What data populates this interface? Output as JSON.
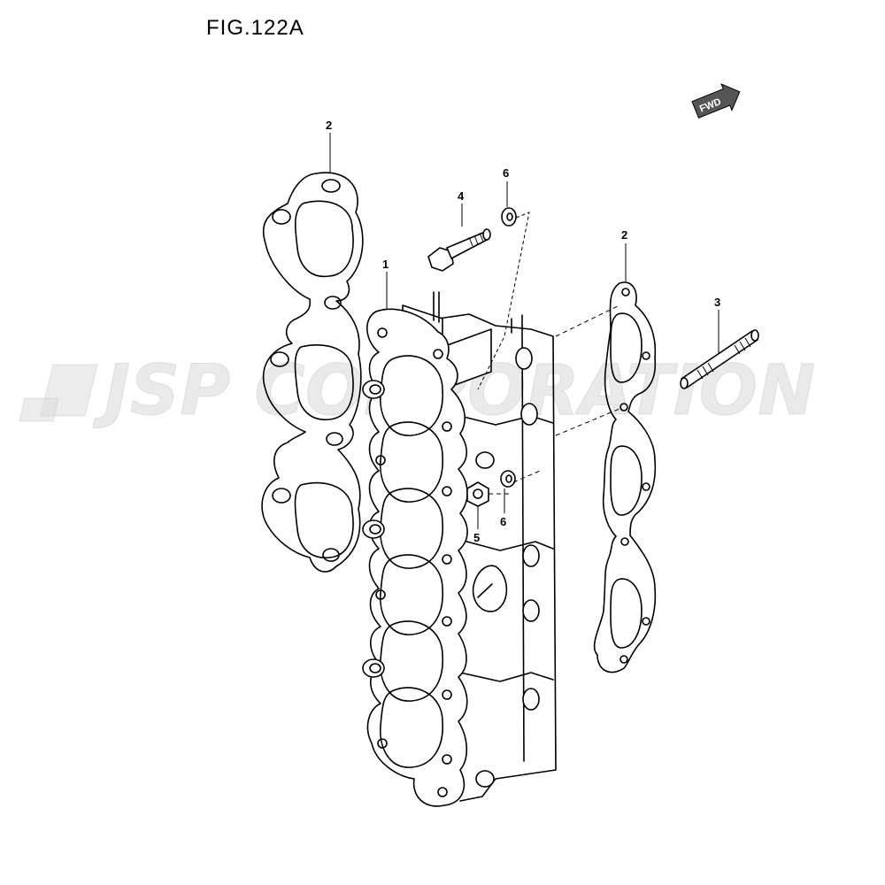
{
  "figure": {
    "title": "FIG.122A"
  },
  "direction_badge": {
    "text": "FWD"
  },
  "watermark": {
    "text": "JSP CORPORATION"
  },
  "callouts": [
    {
      "id": "c2a",
      "label": "2"
    },
    {
      "id": "c6a",
      "label": "6"
    },
    {
      "id": "c4",
      "label": "4"
    },
    {
      "id": "c1",
      "label": "1"
    },
    {
      "id": "c2b",
      "label": "2"
    },
    {
      "id": "c3",
      "label": "3"
    },
    {
      "id": "c5",
      "label": "5"
    },
    {
      "id": "c6b",
      "label": "6"
    }
  ]
}
